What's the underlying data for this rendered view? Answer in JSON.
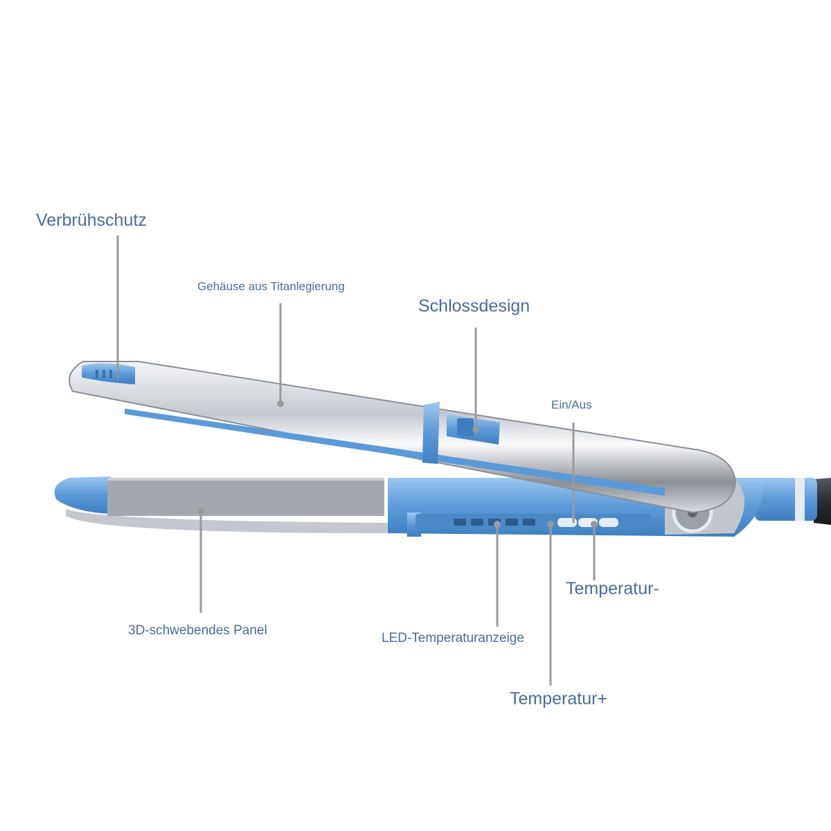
{
  "labels": {
    "scald_protection": "Verbrühschutz",
    "titanium_housing": "Gehäuse aus Titanlegierung",
    "lock_design": "Schlossdesign",
    "power": "Ein/Aus",
    "floating_panel": "3D-schwebendes Panel",
    "led_display": "LED-Temperaturanzeige",
    "temp_minus": "Temperatur-",
    "temp_plus": "Temperatur+"
  },
  "colors": {
    "label_text": "#4a6c9a",
    "leader_line": "#9a9a9a",
    "accent_blue": "#5b9ad8",
    "chrome": "#c8ccd2",
    "plate": "#a3a7ad",
    "cord": "#2a2d33"
  }
}
